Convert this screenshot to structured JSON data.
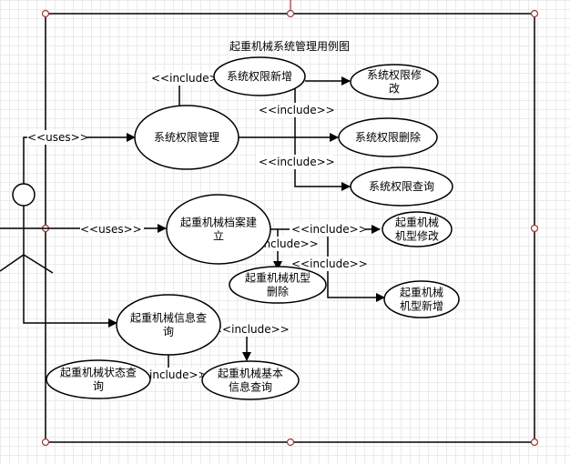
{
  "title": "起重机械系统管理用例图",
  "use_cases": {
    "perm_mgmt": [
      "系统权限管理"
    ],
    "perm_add": [
      "系统权限新增"
    ],
    "perm_edit": [
      "系统权限修",
      "改"
    ],
    "perm_delete": [
      "系统权限删除"
    ],
    "perm_query": [
      "系统权限查询"
    ],
    "archive": [
      "起重机械档案建",
      "立"
    ],
    "model_edit": [
      "起重机械",
      "机型修改"
    ],
    "model_delete": [
      "起重机械机型",
      "删除"
    ],
    "model_add": [
      "起重机械",
      "机型新增"
    ],
    "info_query": [
      "起重机械信息查",
      "询"
    ],
    "status_query": [
      "起重机械状态查",
      "询"
    ],
    "basic_query": [
      "起重机械基本",
      "信息查询"
    ]
  },
  "labels": {
    "uses_1": "<<uses>>",
    "uses_2": "<<uses>>",
    "include_perm_add": "<<include>",
    "include_perm_delete": "<<include>>",
    "include_perm_query": "<<include>>",
    "include_model_edit": "<<include>>",
    "include_model_delete": "<<include>>",
    "include_model_add": "<<include>>",
    "include_basic": "<<include>>",
    "include_status": "include>>"
  },
  "colors": {
    "boundary": "#000000",
    "handle_fill": "#ffffff",
    "handle_stroke": "#a23535",
    "grid": "#ebebeb"
  }
}
